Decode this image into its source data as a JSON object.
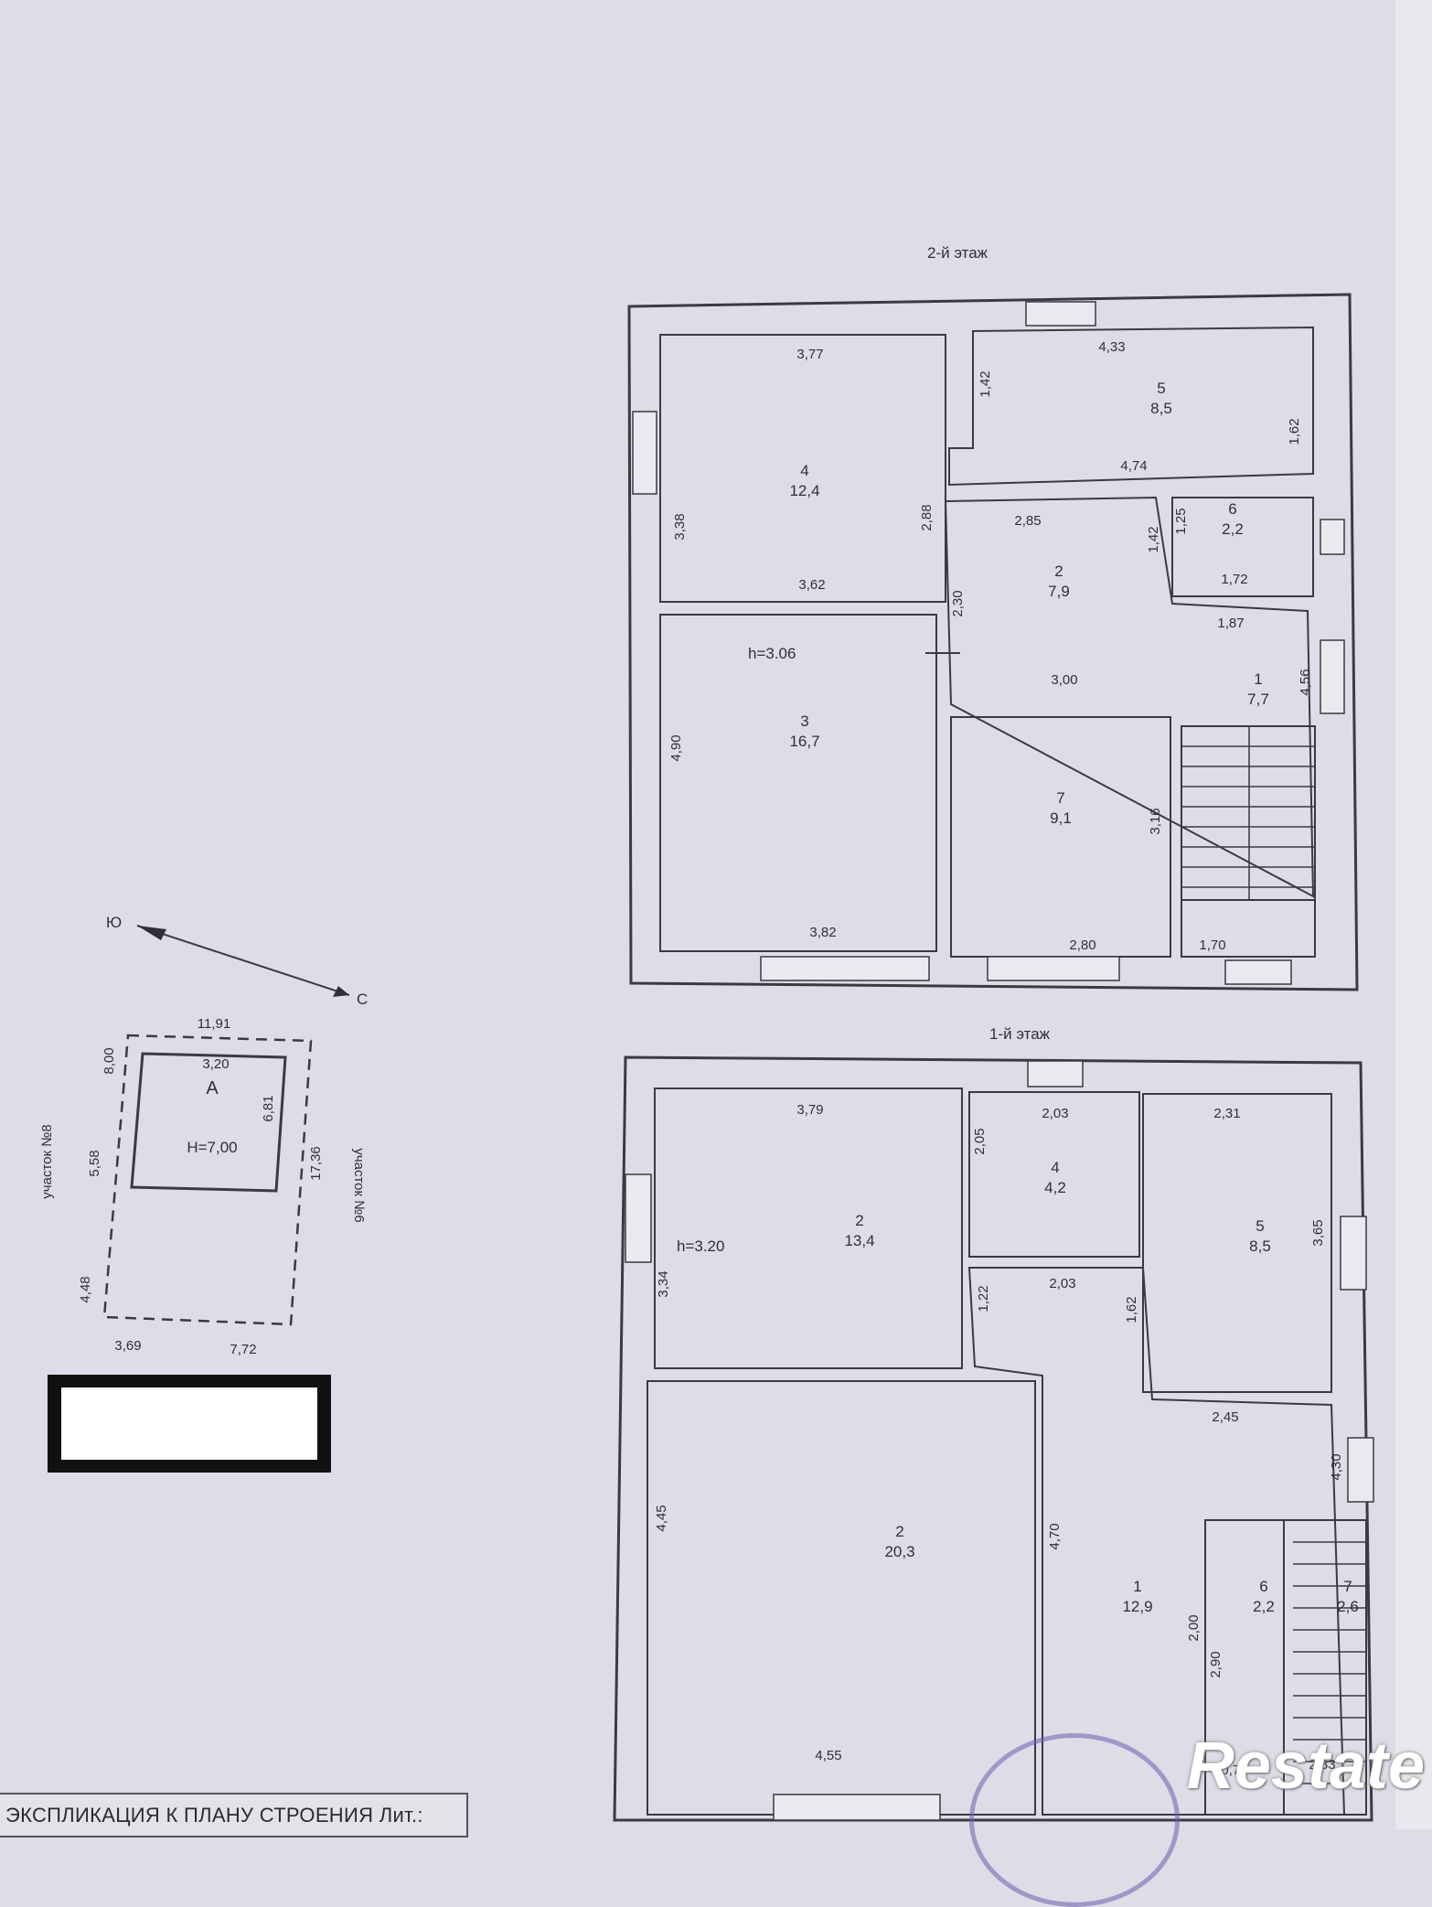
{
  "floor2": {
    "title": "2-й этаж",
    "height_label": "h=3.06",
    "rooms": [
      {
        "num": "4",
        "area": "12,4"
      },
      {
        "num": "5",
        "area": "8,5"
      },
      {
        "num": "6",
        "area": "2,2"
      },
      {
        "num": "2",
        "area": "7,9"
      },
      {
        "num": "1",
        "area": "7,7"
      },
      {
        "num": "3",
        "area": "16,7"
      },
      {
        "num": "7",
        "area": "9,1"
      }
    ],
    "dims": [
      "3,77",
      "4,33",
      "1,42",
      "1,62",
      "4,74",
      "3,38",
      "2,88",
      "3,62",
      "2,85",
      "1,42",
      "1,25",
      "1,72",
      "2,30",
      "1,87",
      "4,56",
      "3,00",
      "4,90",
      "3,16",
      "3,82",
      "2,80",
      "1,70"
    ]
  },
  "floor1": {
    "title": "1-й этаж",
    "height_label": "h=3.20",
    "rooms": [
      {
        "num": "2",
        "area": "13,4"
      },
      {
        "num": "4",
        "area": "4,2"
      },
      {
        "num": "5",
        "area": "8,5"
      },
      {
        "num": "2",
        "area": "20,3"
      },
      {
        "num": "1",
        "area": "12,9"
      },
      {
        "num": "6",
        "area": "2,2"
      },
      {
        "num": "7",
        "area": "2,6"
      }
    ],
    "dims": [
      "3,79",
      "2,03",
      "2,31",
      "2,05",
      "3,65",
      "3,34",
      "1,22",
      "2,03",
      "1,62",
      "2,45",
      "4,30",
      "4,45",
      "4,70",
      "2,00",
      "2,90",
      "4,55",
      "0,75",
      "2,83"
    ]
  },
  "site": {
    "compass_south": "Ю",
    "compass_north": "С",
    "top_dim": "11,91",
    "building_width": "3,20",
    "building_letter": "А",
    "building_height": "H=7,00",
    "dims": [
      "8,00",
      "6,81",
      "5,58",
      "17,36",
      "4,48",
      "3,69",
      "7,72"
    ],
    "neighbor_left": "участок №8",
    "neighbor_right": "участок №6"
  },
  "footer": {
    "title": "ЭКСПЛИКАЦИЯ К ПЛАНУ СТРОЕНИЯ Лит.:"
  },
  "watermark": "Restate"
}
